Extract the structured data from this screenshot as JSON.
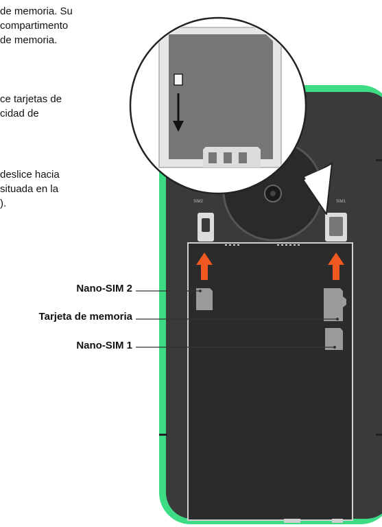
{
  "paragraphs": [
    {
      "lines": [
        "de memoria. Su",
        "compartimento",
        "de memoria."
      ]
    },
    {
      "lines": [
        "ce tarjetas de",
        "cidad de"
      ]
    },
    {
      "lines": [
        "deslice hacia",
        "situada en la",
        ")."
      ]
    }
  ],
  "callouts": {
    "nano_sim_2": "Nano-SIM 2",
    "memory_card": "Tarjeta de memoria",
    "nano_sim_1": "Nano-SIM 1"
  },
  "slot_labels": {
    "sim2": "SIM2",
    "sim1": "SIM1"
  },
  "colors": {
    "phone_border": "#3ddc84",
    "phone_body": "#3a3a3a",
    "arrow": "#f05a22",
    "slot_panel": "#2b2b2b"
  }
}
